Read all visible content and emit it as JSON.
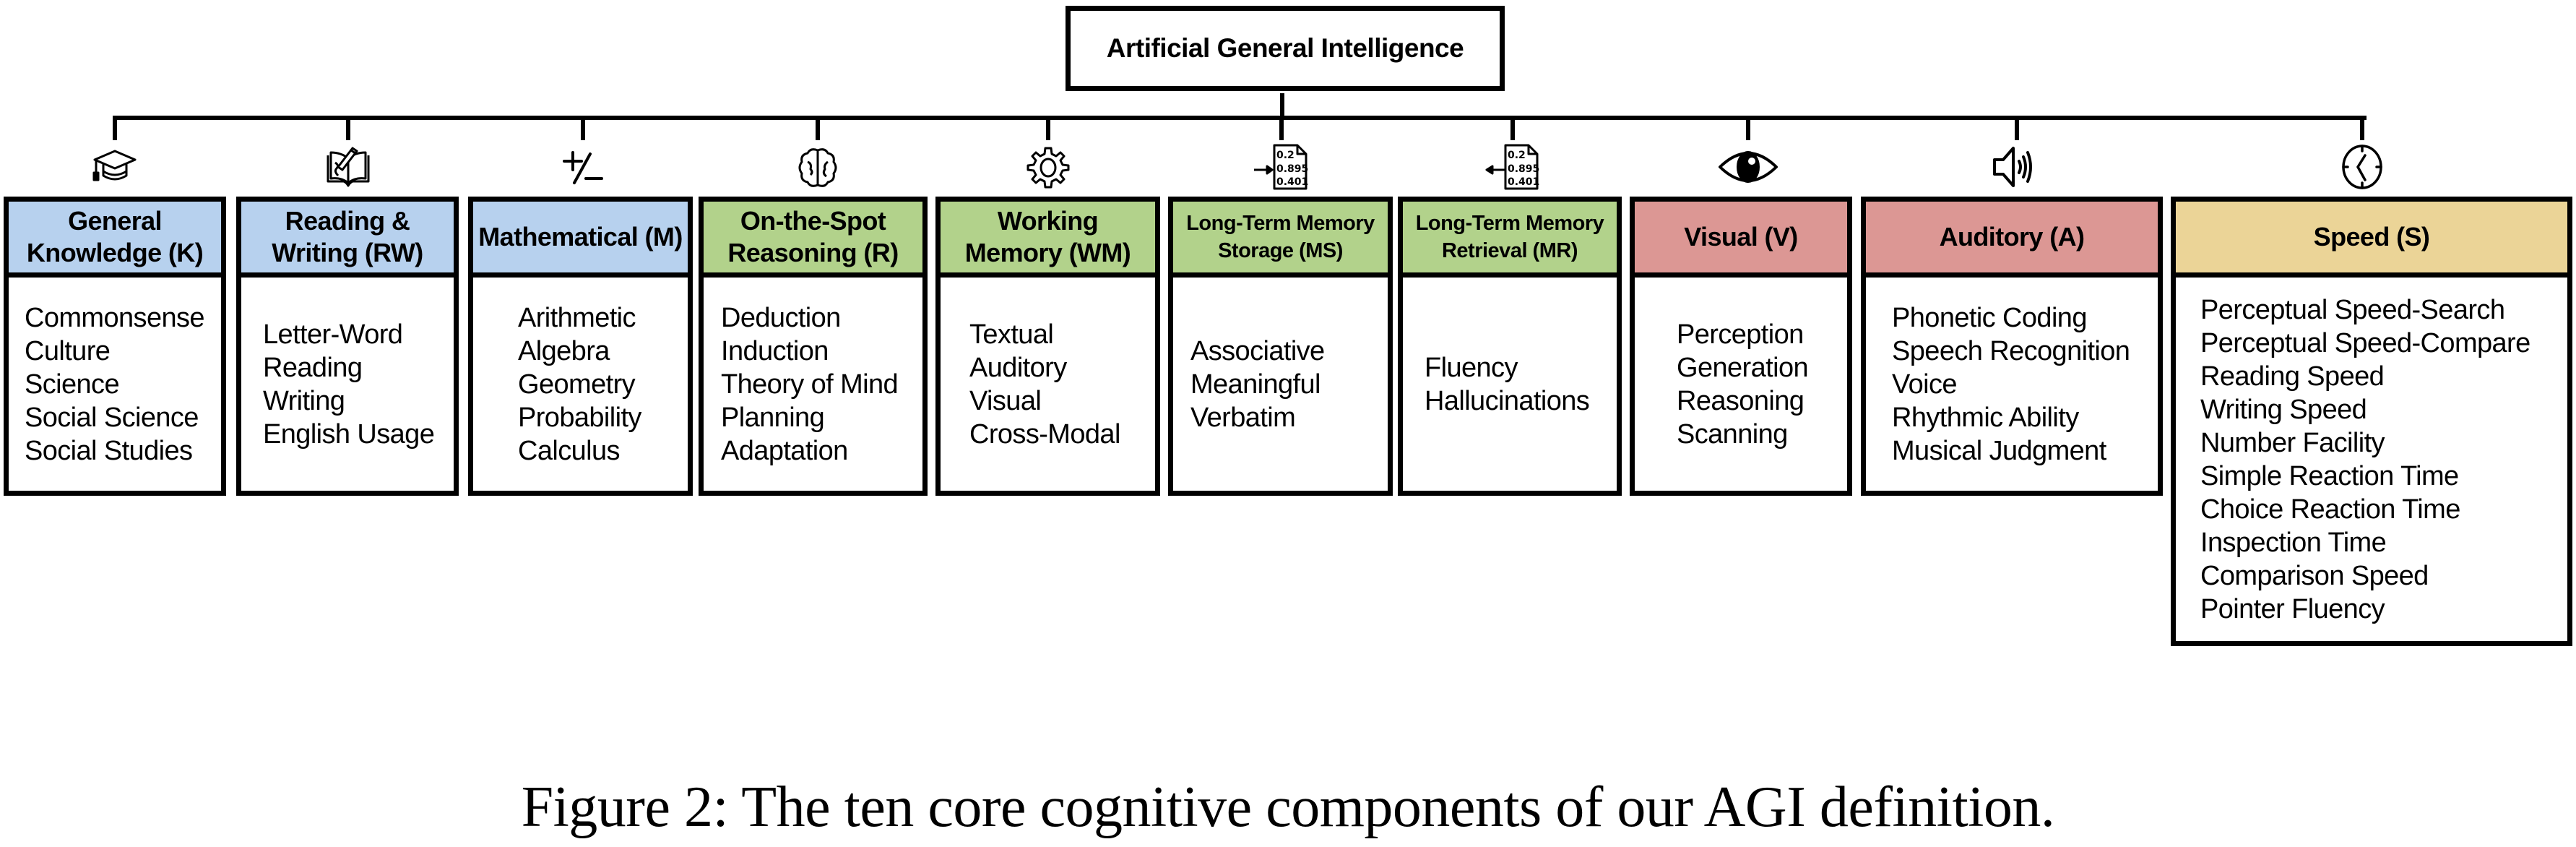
{
  "root": {
    "label": "Artificial General Intelligence"
  },
  "colors": {
    "knowledge_blue": "#b7d1ee",
    "reasoning_green": "#b2d28b",
    "perception_red": "#dc9794",
    "speed_yellow": "#ebd497"
  },
  "components": [
    {
      "id": "K",
      "title": "General Knowledge (K)",
      "title_lines": [
        "General",
        "Knowledge (K)"
      ],
      "icon": "graduation-cap-icon",
      "color": "#b7d1ee",
      "items": [
        "Commonsense",
        "Culture",
        "Science",
        "Social Science",
        "Social Studies"
      ]
    },
    {
      "id": "RW",
      "title": "Reading & Writing (RW)",
      "title_lines": [
        "Reading &",
        "Writing (RW)"
      ],
      "icon": "book-pencil-icon",
      "color": "#b7d1ee",
      "items": [
        "Letter-Word",
        "Reading",
        "Writing",
        "English Usage"
      ]
    },
    {
      "id": "M",
      "title": "Mathematical (M)",
      "title_lines": [
        "Mathematical (M)"
      ],
      "icon": "plus-minus-icon",
      "color": "#b7d1ee",
      "items": [
        "Arithmetic",
        "Algebra",
        "Geometry",
        "Probability",
        "Calculus"
      ]
    },
    {
      "id": "R",
      "title": "On-the-Spot Reasoning (R)",
      "title_lines": [
        "On-the-Spot",
        "Reasoning (R)"
      ],
      "icon": "brain-icon",
      "color": "#b2d28b",
      "items": [
        "Deduction",
        "Induction",
        "Theory of Mind",
        "Planning",
        "Adaptation"
      ]
    },
    {
      "id": "WM",
      "title": "Working Memory (WM)",
      "title_lines": [
        "Working",
        "Memory (WM)"
      ],
      "icon": "gear-icon",
      "color": "#b2d28b",
      "items": [
        "Textual",
        "Auditory",
        "Visual",
        "Cross-Modal"
      ]
    },
    {
      "id": "MS",
      "title": "Long-Term Memory Storage (MS)",
      "title_lines": [
        "Long-Term Memory",
        "Storage (MS)"
      ],
      "icon": "data-store-icon",
      "color": "#b2d28b",
      "items": [
        "Associative",
        "Meaningful",
        "Verbatim"
      ]
    },
    {
      "id": "MR",
      "title": "Long-Term Memory Retrieval (MR)",
      "title_lines": [
        "Long-Term Memory",
        "Retrieval (MR)"
      ],
      "icon": "data-retrieve-icon",
      "color": "#b2d28b",
      "items": [
        "Fluency",
        "Hallucinations"
      ]
    },
    {
      "id": "V",
      "title": "Visual (V)",
      "title_lines": [
        "Visual (V)"
      ],
      "icon": "eye-icon",
      "color": "#dc9794",
      "items": [
        "Perception",
        "Generation",
        "Reasoning",
        "Scanning"
      ]
    },
    {
      "id": "A",
      "title": "Auditory (A)",
      "title_lines": [
        "Auditory (A)"
      ],
      "icon": "speaker-icon",
      "color": "#dc9794",
      "items": [
        "Phonetic Coding",
        "Speech Recognition",
        "Voice",
        "Rhythmic Ability",
        "Musical Judgment"
      ]
    },
    {
      "id": "S",
      "title": "Speed (S)",
      "title_lines": [
        "Speed (S)"
      ],
      "icon": "clock-icon",
      "color": "#ebd497",
      "items": [
        "Perceptual Speed-Search",
        "Perceptual Speed-Compare",
        "Reading Speed",
        "Writing Speed",
        "Number Facility",
        "Simple Reaction Time",
        "Choice Reaction Time",
        "Inspection Time",
        "Comparison Speed",
        "Pointer Fluency"
      ]
    }
  ],
  "icon_text": {
    "data_values": [
      "0.2",
      "0.895",
      "0.401"
    ]
  },
  "caption": "Figure 2: The ten core cognitive components of our AGI definition."
}
